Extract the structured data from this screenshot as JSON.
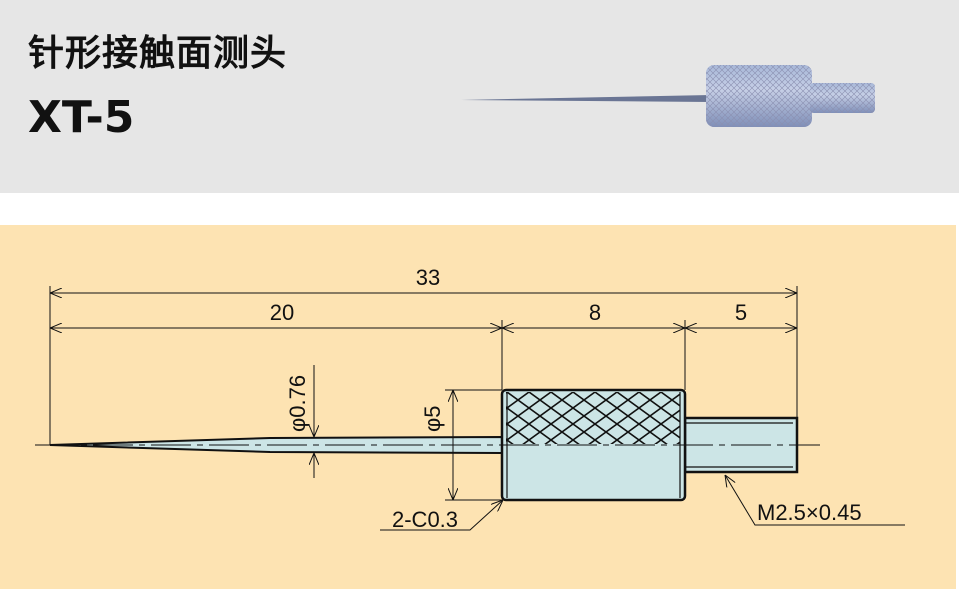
{
  "header": {
    "title": "针形接触面测头",
    "model": "XT-5"
  },
  "dimensions": {
    "overall": "33",
    "needle_length": "20",
    "knurl_length": "8",
    "thread_length": "5",
    "needle_diameter": "φ0.76",
    "body_diameter": "φ5",
    "chamfer": "2-C0.3",
    "thread": "M2.5×0.45"
  },
  "colors": {
    "header_bg": "#e6e6e6",
    "drawing_bg": "#fde3b2",
    "part_fill": "#cce5e6"
  }
}
